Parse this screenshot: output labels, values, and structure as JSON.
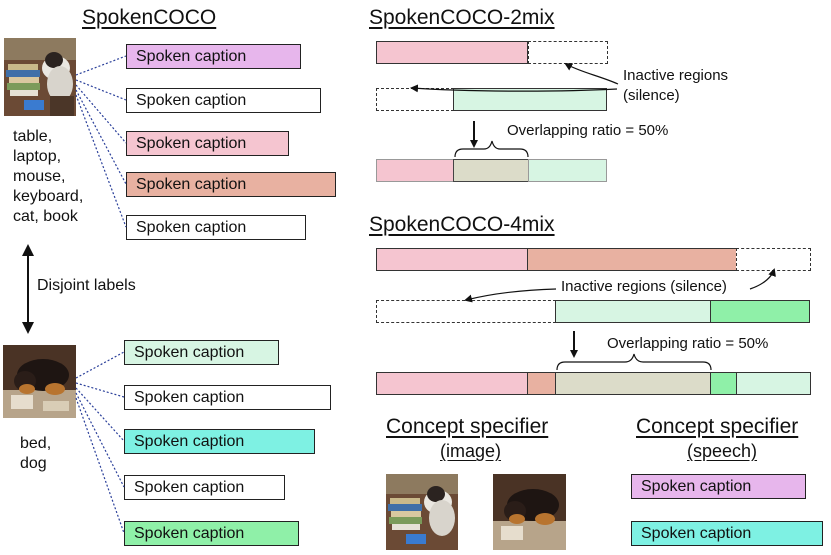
{
  "left": {
    "title": "SpokenCOCO",
    "caption_label": "Spoken caption",
    "group1": {
      "labels": "table,\nlaptop,\nmouse,\nkeyboard,\ncat, book",
      "caption_colors": [
        "#e7b6ec",
        "#ffffff",
        "#f5c5d0",
        "#e8b1a1",
        "#ffffff"
      ]
    },
    "disjoint": "Disjoint labels",
    "group2": {
      "labels": "bed,\ndog",
      "caption_colors": [
        "#d7f5e3",
        "#ffffff",
        "#7ef1e3",
        "#ffffff",
        "#8ff0a8"
      ]
    }
  },
  "mix2": {
    "title": "SpokenCOCO-2mix",
    "inactive": "Inactive regions\n(silence)",
    "overlap": "Overlapping ratio = 50%"
  },
  "mix4": {
    "title": "SpokenCOCO-4mix",
    "inactive": "Inactive regions (silence)",
    "overlap": "Overlapping ratio = 50%"
  },
  "spec_image": {
    "title": "Concept specifier",
    "subtitle": "(image)"
  },
  "spec_speech": {
    "title": "Concept specifier",
    "subtitle": "(speech)",
    "caption_label": "Spoken caption",
    "caption_colors": [
      "#e7b6ec",
      "#7ef1e3"
    ]
  },
  "colors": {
    "pink": "#f5c5d0",
    "mint": "#d7f5e3",
    "salmon": "#e8b1a1",
    "green": "#8ff0a8",
    "overlap": "#dcdcc9"
  }
}
